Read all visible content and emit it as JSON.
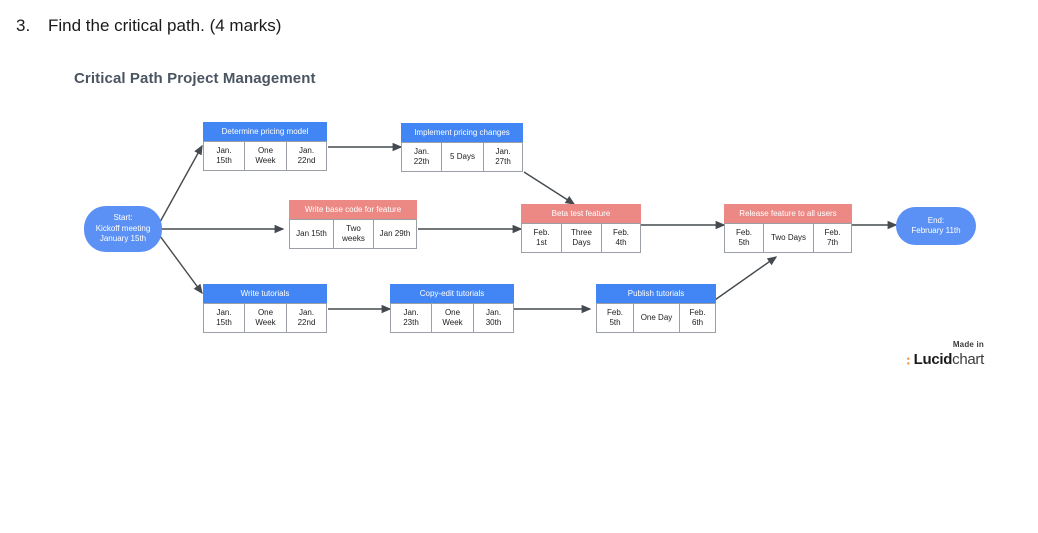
{
  "question": {
    "number": "3.",
    "text": "Find the critical path. (4 marks)"
  },
  "chart_title": "Critical Path Project Management",
  "watermark": {
    "made_in": "Made in",
    "brand_first": "Lucid",
    "brand_second": "chart",
    "logo_color": "#f2994a"
  },
  "colors": {
    "blue_header": "#4285f4",
    "red_header": "#ec8984",
    "pill_blue": "#5b91f5",
    "edge": "#444a4f",
    "cell_border": "#9aa0a6"
  },
  "chart_data": {
    "type": "diagram",
    "title": "Critical Path Project Management",
    "diagram_kind": "critical-path-network",
    "terminators": [
      {
        "id": "start",
        "lines": [
          "Start:",
          "Kickoff meeting",
          "January 15th"
        ],
        "color": "#5b91f5"
      },
      {
        "id": "end",
        "lines": [
          "End:",
          "February 11th"
        ],
        "color": "#5b91f5"
      }
    ],
    "nodes": [
      {
        "id": "determine-pricing-model",
        "label": "Determine pricing model",
        "color": "blue",
        "on_critical_path": false,
        "start_date": [
          "Jan.",
          "15th"
        ],
        "duration": [
          "One",
          "Week"
        ],
        "end_date": [
          "Jan.",
          "22nd"
        ]
      },
      {
        "id": "implement-pricing-changes",
        "label": "Implement pricing changes",
        "color": "blue",
        "on_critical_path": false,
        "start_date": [
          "Jan.",
          "22th"
        ],
        "duration": [
          "5 Days"
        ],
        "end_date": [
          "Jan.",
          "27th"
        ]
      },
      {
        "id": "write-base-code-for-feature",
        "label": "Write base code for feature",
        "color": "red",
        "on_critical_path": true,
        "start_date": [
          "Jan 15th"
        ],
        "duration": [
          "Two",
          "weeks"
        ],
        "end_date": [
          "Jan 29th"
        ]
      },
      {
        "id": "beta-test-feature",
        "label": "Beta test feature",
        "color": "red",
        "on_critical_path": true,
        "start_date": [
          "Feb.",
          "1st"
        ],
        "duration": [
          "Three",
          "Days"
        ],
        "end_date": [
          "Feb.",
          "4th"
        ]
      },
      {
        "id": "release-feature-to-all-users",
        "label": "Release feature to all users",
        "color": "red",
        "on_critical_path": true,
        "start_date": [
          "Feb.",
          "5th"
        ],
        "duration": [
          "Two Days"
        ],
        "end_date": [
          "Feb.",
          "7th"
        ]
      },
      {
        "id": "write-tutorials",
        "label": "Write tutorials",
        "color": "blue",
        "on_critical_path": false,
        "start_date": [
          "Jan.",
          "15th"
        ],
        "duration": [
          "One",
          "Week"
        ],
        "end_date": [
          "Jan.",
          "22nd"
        ]
      },
      {
        "id": "copy-edit-tutorials",
        "label": "Copy-edit tutorials",
        "color": "blue",
        "on_critical_path": false,
        "start_date": [
          "Jan.",
          "23th"
        ],
        "duration": [
          "One",
          "Week"
        ],
        "end_date": [
          "Jan.",
          "30th"
        ]
      },
      {
        "id": "publish-tutorials",
        "label": "Publish tutorials",
        "color": "blue",
        "on_critical_path": false,
        "start_date": [
          "Feb.",
          "5th"
        ],
        "duration": [
          "One Day"
        ],
        "end_date": [
          "Feb.",
          "6th"
        ]
      }
    ],
    "edges": [
      {
        "from": "start",
        "to": "determine-pricing-model"
      },
      {
        "from": "start",
        "to": "write-base-code-for-feature"
      },
      {
        "from": "start",
        "to": "write-tutorials"
      },
      {
        "from": "determine-pricing-model",
        "to": "implement-pricing-changes"
      },
      {
        "from": "implement-pricing-changes",
        "to": "beta-test-feature"
      },
      {
        "from": "write-base-code-for-feature",
        "to": "beta-test-feature"
      },
      {
        "from": "beta-test-feature",
        "to": "release-feature-to-all-users"
      },
      {
        "from": "write-tutorials",
        "to": "copy-edit-tutorials"
      },
      {
        "from": "copy-edit-tutorials",
        "to": "publish-tutorials"
      },
      {
        "from": "publish-tutorials",
        "to": "release-feature-to-all-users"
      },
      {
        "from": "release-feature-to-all-users",
        "to": "end"
      }
    ]
  }
}
